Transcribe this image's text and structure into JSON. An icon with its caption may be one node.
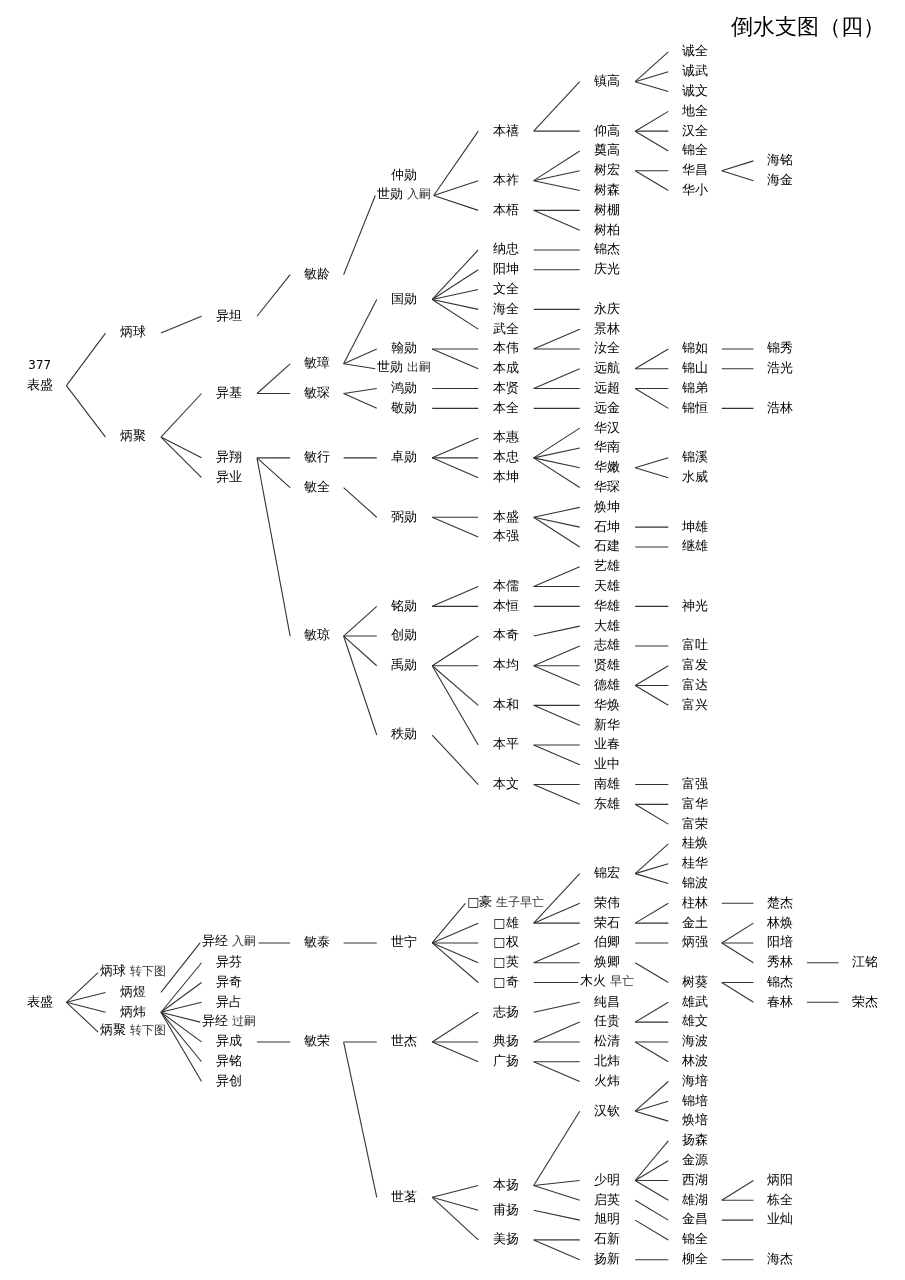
{
  "diagram": {
    "title": "倒水支图（四）",
    "nodes": [
      {
        "text": [
          "表盛"
        ]
      },
      {
        "text": [
          "炳球"
        ],
        "beside": [
          "转下图"
        ]
      },
      {
        "text": [
          "炳煜"
        ]
      },
      {
        "text": [
          "炳炜"
        ]
      },
      {
        "text": [
          "炳聚"
        ],
        "beside": [
          "转下图"
        ]
      },
      {
        "text": [
          "异经"
        ],
        "beside": [
          "入嗣"
        ]
      },
      {
        "text": [
          "敏泰"
        ]
      },
      {
        "text": [
          "世宁"
        ]
      },
      {
        "text": [
          "□豪"
        ],
        "beside": [
          "生子早亡"
        ]
      },
      {
        "text": [
          "□雄"
        ]
      },
      {
        "text": [
          "□权"
        ]
      },
      {
        "text": [
          "□英"
        ]
      },
      {
        "text": [
          "□奇"
        ]
      },
      {
        "text": [
          "锦宏"
        ]
      },
      {
        "text": [
          "荣伟"
        ]
      },
      {
        "text": [
          "荣石"
        ]
      },
      {
        "text": [
          "伯卿"
        ]
      },
      {
        "text": [
          "焕卿"
        ]
      },
      {
        "text": [
          "木火"
        ],
        "beside": [
          "早亡"
        ]
      },
      {
        "text": [
          "桂焕"
        ]
      },
      {
        "text": [
          "桂华"
        ]
      },
      {
        "text": [
          "锦波"
        ]
      },
      {
        "text": [
          "柱林"
        ]
      },
      {
        "text": [
          "金土"
        ]
      },
      {
        "text": [
          "炳强"
        ]
      },
      {
        "text": [
          "树葵"
        ]
      },
      {
        "text": [
          "楚杰"
        ]
      },
      {
        "text": [
          "林焕"
        ]
      },
      {
        "text": [
          "阳培"
        ]
      },
      {
        "text": [
          "秀林"
        ]
      },
      {
        "text": [
          "锦杰"
        ]
      },
      {
        "text": [
          "春林"
        ]
      },
      {
        "text": [
          "江铭"
        ]
      },
      {
        "text": [
          "荣杰"
        ]
      },
      {
        "text": [
          "异芬"
        ]
      },
      {
        "text": [
          "异奇"
        ]
      },
      {
        "text": [
          "异占"
        ]
      },
      {
        "text": [
          "异经"
        ],
        "beside": [
          "过嗣"
        ]
      },
      {
        "text": [
          "异成"
        ]
      },
      {
        "text": [
          "异铭"
        ]
      },
      {
        "text": [
          "异创"
        ]
      },
      {
        "text": [
          "敏荣"
        ]
      },
      {
        "text": [
          "世杰"
        ]
      },
      {
        "text": [
          "世茗"
        ]
      },
      {
        "text": [
          "志扬"
        ]
      },
      {
        "text": [
          "典扬"
        ]
      },
      {
        "text": [
          "广扬"
        ]
      },
      {
        "text": [
          "纯昌"
        ]
      },
      {
        "text": [
          "任贵"
        ]
      },
      {
        "text": [
          "松清"
        ]
      },
      {
        "text": [
          "北炜"
        ]
      },
      {
        "text": [
          "火炜"
        ]
      },
      {
        "text": [
          "雄武"
        ]
      },
      {
        "text": [
          "雄文"
        ]
      },
      {
        "text": [
          "海波"
        ]
      },
      {
        "text": [
          "林波"
        ]
      },
      {
        "text": [
          "本扬"
        ]
      },
      {
        "text": [
          "甫扬"
        ]
      },
      {
        "text": [
          "美扬"
        ]
      },
      {
        "text": [
          "汉钦"
        ]
      },
      {
        "text": [
          "少明"
        ]
      },
      {
        "text": [
          "启英"
        ]
      },
      {
        "text": [
          "旭明"
        ]
      },
      {
        "text": [
          "石新"
        ]
      },
      {
        "text": [
          "扬新"
        ]
      },
      {
        "text": [
          "海培"
        ]
      },
      {
        "text": [
          "锦培"
        ]
      },
      {
        "text": [
          "焕培"
        ]
      },
      {
        "text": [
          "扬森"
        ]
      },
      {
        "text": [
          "金源"
        ]
      },
      {
        "text": [
          "西湖"
        ]
      },
      {
        "text": [
          "雄湖"
        ]
      },
      {
        "text": [
          "金昌"
        ]
      },
      {
        "text": [
          "锦全"
        ]
      },
      {
        "text": [
          "柳全"
        ]
      },
      {
        "text": [
          "炳阳"
        ]
      },
      {
        "text": [
          "栋全"
        ]
      },
      {
        "text": [
          "业灿"
        ]
      },
      {
        "text": [
          "海杰"
        ]
      },
      {
        "text": [
          "表盛"
        ]
      },
      {
        "text": [
          "炳球"
        ]
      },
      {
        "text": [
          "炳聚"
        ]
      },
      {
        "text": [
          "异坦"
        ]
      },
      {
        "text": [
          "敏龄"
        ]
      },
      {
        "text": [
          "世勋"
        ],
        "beside": [
          "入嗣"
        ]
      },
      {
        "text": [
          "异基"
        ]
      },
      {
        "text": [
          "异翔"
        ]
      },
      {
        "text": [
          "异业"
        ]
      },
      {
        "text": [
          "敏璋"
        ]
      },
      {
        "text": [
          "敏琛"
        ]
      },
      {
        "text": [
          "敏行"
        ]
      },
      {
        "text": [
          "敏全"
        ]
      },
      {
        "text": [
          "敏琼"
        ]
      },
      {
        "text": [
          "本禧"
        ]
      },
      {
        "text": [
          "本祚"
        ]
      },
      {
        "text": [
          "本梧"
        ]
      },
      {
        "text": [
          "国勋"
        ]
      },
      {
        "text": [
          "翰勋"
        ]
      },
      {
        "text": [
          "世勋"
        ],
        "beside": [
          "出嗣"
        ]
      },
      {
        "text": [
          "鸿勋"
        ]
      },
      {
        "text": [
          "敬勋"
        ]
      },
      {
        "text": [
          "仲勋"
        ]
      },
      {
        "text": [
          "卓勋"
        ]
      },
      {
        "text": [
          "弼勋"
        ]
      },
      {
        "text": [
          "铭勋"
        ]
      },
      {
        "text": [
          "创勋"
        ]
      },
      {
        "text": [
          "禹勋"
        ]
      },
      {
        "text": [
          "秩勋"
        ]
      },
      {
        "text": [
          "镇高"
        ]
      },
      {
        "text": [
          "仰高"
        ]
      },
      {
        "text": [
          "奠高"
        ]
      },
      {
        "text": [
          "树宏"
        ]
      },
      {
        "text": [
          "树森"
        ]
      },
      {
        "text": [
          "树棚"
        ]
      },
      {
        "text": [
          "树柏"
        ]
      },
      {
        "text": [
          "纳忠"
        ]
      },
      {
        "text": [
          "阳坤"
        ]
      },
      {
        "text": [
          "文全"
        ]
      },
      {
        "text": [
          "海全"
        ]
      },
      {
        "text": [
          "武全"
        ]
      },
      {
        "text": [
          "本伟"
        ]
      },
      {
        "text": [
          "本成"
        ]
      },
      {
        "text": [
          "本贤"
        ]
      },
      {
        "text": [
          "本全"
        ]
      },
      {
        "text": [
          "本惠"
        ]
      },
      {
        "text": [
          "本忠"
        ]
      },
      {
        "text": [
          "本坤"
        ]
      },
      {
        "text": [
          "本盛"
        ]
      },
      {
        "text": [
          "本强"
        ]
      },
      {
        "text": [
          "本儒"
        ]
      },
      {
        "text": [
          "本恒"
        ]
      },
      {
        "text": [
          "本奇"
        ]
      },
      {
        "text": [
          "本均"
        ]
      },
      {
        "text": [
          "本和"
        ]
      },
      {
        "text": [
          "本平"
        ]
      },
      {
        "text": [
          "本文"
        ]
      },
      {
        "text": [
          "诚全"
        ]
      },
      {
        "text": [
          "诚武"
        ]
      },
      {
        "text": [
          "诚文"
        ]
      },
      {
        "text": [
          "地全"
        ]
      },
      {
        "text": [
          "汉全"
        ]
      },
      {
        "text": [
          "锦全"
        ]
      },
      {
        "text": [
          "华昌"
        ]
      },
      {
        "text": [
          "华小"
        ]
      },
      {
        "text": [
          "锦杰"
        ]
      },
      {
        "text": [
          "庆光"
        ]
      },
      {
        "text": [
          "永庆"
        ]
      },
      {
        "text": [
          "景林"
        ]
      },
      {
        "text": [
          "汝全"
        ]
      },
      {
        "text": [
          "远航"
        ]
      },
      {
        "text": [
          "远超"
        ]
      },
      {
        "text": [
          "远金"
        ]
      },
      {
        "text": [
          "华汉"
        ]
      },
      {
        "text": [
          "华南"
        ]
      },
      {
        "text": [
          "华嫩"
        ]
      },
      {
        "text": [
          "华琛"
        ]
      },
      {
        "text": [
          "焕坤"
        ]
      },
      {
        "text": [
          "石坤"
        ]
      },
      {
        "text": [
          "石建"
        ]
      },
      {
        "text": [
          "艺雄"
        ]
      },
      {
        "text": [
          "天雄"
        ]
      },
      {
        "text": [
          "华雄"
        ]
      },
      {
        "text": [
          "大雄"
        ]
      },
      {
        "text": [
          "志雄"
        ]
      },
      {
        "text": [
          "贤雄"
        ]
      },
      {
        "text": [
          "德雄"
        ]
      },
      {
        "text": [
          "华焕"
        ]
      },
      {
        "text": [
          "新华"
        ]
      },
      {
        "text": [
          "业春"
        ]
      },
      {
        "text": [
          "业中"
        ]
      },
      {
        "text": [
          "南雄"
        ]
      },
      {
        "text": [
          "东雄"
        ]
      },
      {
        "text": [
          "海铭"
        ]
      },
      {
        "text": [
          "海金"
        ]
      },
      {
        "text": [
          "锦如"
        ]
      },
      {
        "text": [
          "锦山"
        ]
      },
      {
        "text": [
          "锦弟"
        ]
      },
      {
        "text": [
          "锦恒"
        ]
      },
      {
        "text": [
          "锦溪"
        ]
      },
      {
        "text": [
          "水威"
        ]
      },
      {
        "text": [
          "坤雄"
        ]
      },
      {
        "text": [
          "继雄"
        ]
      },
      {
        "text": [
          "神光"
        ]
      },
      {
        "text": [
          "富吐"
        ]
      },
      {
        "text": [
          "富发"
        ]
      },
      {
        "text": [
          "富达"
        ]
      },
      {
        "text": [
          "富兴"
        ]
      },
      {
        "text": [
          "富强"
        ]
      },
      {
        "text": [
          "富华"
        ]
      },
      {
        "text": [
          "富荣"
        ]
      },
      {
        "text": [
          "锦秀"
        ]
      },
      {
        "text": [
          "浩光"
        ]
      },
      {
        "text": [
          "浩林"
        ]
      }
    ],
    "edges": [
      {
        "from": 0,
        "to": 1,
        "arrow": "none"
      },
      {
        "from": 0,
        "to": 2,
        "arrow": "none"
      },
      {
        "from": 0,
        "to": 3,
        "arrow": "none"
      },
      {
        "from": 0,
        "to": 4,
        "arrow": "none"
      },
      {
        "from": 2,
        "to": 5,
        "arrow": "none"
      },
      {
        "from": 5,
        "to": 6,
        "arrow": "none"
      },
      {
        "from": 6,
        "to": 7,
        "arrow": "none"
      },
      {
        "from": 7,
        "to": 8,
        "arrow": "none"
      },
      {
        "from": 7,
        "to": 9,
        "arrow": "none"
      },
      {
        "from": 7,
        "to": 10,
        "arrow": "none"
      },
      {
        "from": 7,
        "to": 11,
        "arrow": "none"
      },
      {
        "from": 7,
        "to": 12,
        "arrow": "none"
      },
      {
        "from": 9,
        "to": 13,
        "arrow": "none"
      },
      {
        "from": 9,
        "to": 14,
        "arrow": "none"
      },
      {
        "from": 9,
        "to": 15,
        "arrow": "none"
      },
      {
        "from": 11,
        "to": 16,
        "arrow": "none"
      },
      {
        "from": 11,
        "to": 17,
        "arrow": "none"
      },
      {
        "from": 12,
        "to": 18,
        "arrow": "none"
      },
      {
        "from": 13,
        "to": 19,
        "arrow": "none"
      },
      {
        "from": 13,
        "to": 20,
        "arrow": "none"
      },
      {
        "from": 13,
        "to": 21,
        "arrow": "none"
      },
      {
        "from": 15,
        "to": 22,
        "arrow": "none"
      },
      {
        "from": 15,
        "to": 23,
        "arrow": "none"
      },
      {
        "from": 16,
        "to": 24,
        "arrow": "none"
      },
      {
        "from": 17,
        "to": 25,
        "arrow": "none"
      },
      {
        "from": 22,
        "to": 26,
        "arrow": "none"
      },
      {
        "from": 24,
        "to": 27,
        "arrow": "none"
      },
      {
        "from": 24,
        "to": 28,
        "arrow": "none"
      },
      {
        "from": 24,
        "to": 29,
        "arrow": "none"
      },
      {
        "from": 25,
        "to": 30,
        "arrow": "none"
      },
      {
        "from": 25,
        "to": 31,
        "arrow": "none"
      },
      {
        "from": 29,
        "to": 32,
        "arrow": "none"
      },
      {
        "from": 31,
        "to": 33,
        "arrow": "none"
      },
      {
        "from": 3,
        "to": 34,
        "arrow": "none"
      },
      {
        "from": 3,
        "to": 35,
        "arrow": "none"
      },
      {
        "from": 3,
        "to": 36,
        "arrow": "none"
      },
      {
        "from": 3,
        "to": 37,
        "arrow": "none"
      },
      {
        "from": 3,
        "to": 38,
        "arrow": "none"
      },
      {
        "from": 3,
        "to": 39,
        "arrow": "none"
      },
      {
        "from": 3,
        "to": 40,
        "arrow": "none"
      },
      {
        "from": 38,
        "to": 41,
        "arrow": "none"
      },
      {
        "from": 41,
        "to": 42,
        "arrow": "none"
      },
      {
        "from": 41,
        "to": 43,
        "arrow": "none"
      },
      {
        "from": 42,
        "to": 44,
        "arrow": "none"
      },
      {
        "from": 42,
        "to": 45,
        "arrow": "none"
      },
      {
        "from": 42,
        "to": 46,
        "arrow": "none"
      },
      {
        "from": 44,
        "to": 47,
        "arrow": "none"
      },
      {
        "from": 45,
        "to": 48,
        "arrow": "none"
      },
      {
        "from": 45,
        "to": 49,
        "arrow": "none"
      },
      {
        "from": 46,
        "to": 50,
        "arrow": "none"
      },
      {
        "from": 46,
        "to": 51,
        "arrow": "none"
      },
      {
        "from": 48,
        "to": 52,
        "arrow": "none"
      },
      {
        "from": 48,
        "to": 53,
        "arrow": "none"
      },
      {
        "from": 49,
        "to": 54,
        "arrow": "none"
      },
      {
        "from": 49,
        "to": 55,
        "arrow": "none"
      },
      {
        "from": 43,
        "to": 56,
        "arrow": "none"
      },
      {
        "from": 43,
        "to": 57,
        "arrow": "none"
      },
      {
        "from": 43,
        "to": 58,
        "arrow": "none"
      },
      {
        "from": 56,
        "to": 59,
        "arrow": "none"
      },
      {
        "from": 56,
        "to": 60,
        "arrow": "none"
      },
      {
        "from": 56,
        "to": 61,
        "arrow": "none"
      },
      {
        "from": 57,
        "to": 62,
        "arrow": "none"
      },
      {
        "from": 58,
        "to": 63,
        "arrow": "none"
      },
      {
        "from": 58,
        "to": 64,
        "arrow": "none"
      },
      {
        "from": 59,
        "to": 65,
        "arrow": "none"
      },
      {
        "from": 59,
        "to": 66,
        "arrow": "none"
      },
      {
        "from": 59,
        "to": 67,
        "arrow": "none"
      },
      {
        "from": 60,
        "to": 68,
        "arrow": "none"
      },
      {
        "from": 60,
        "to": 69,
        "arrow": "none"
      },
      {
        "from": 60,
        "to": 70,
        "arrow": "none"
      },
      {
        "from": 60,
        "to": 71,
        "arrow": "none"
      },
      {
        "from": 61,
        "to": 72,
        "arrow": "none"
      },
      {
        "from": 62,
        "to": 73,
        "arrow": "none"
      },
      {
        "from": 64,
        "to": 74,
        "arrow": "none"
      },
      {
        "from": 71,
        "to": 75,
        "arrow": "none"
      },
      {
        "from": 71,
        "to": 76,
        "arrow": "none"
      },
      {
        "from": 72,
        "to": 77,
        "arrow": "none"
      },
      {
        "from": 74,
        "to": 78,
        "arrow": "none"
      },
      {
        "from": 79,
        "to": 80,
        "arrow": "none"
      },
      {
        "from": 79,
        "to": 81,
        "arrow": "none"
      },
      {
        "from": 80,
        "to": 82,
        "arrow": "none"
      },
      {
        "from": 82,
        "to": 83,
        "arrow": "none"
      },
      {
        "from": 83,
        "to": 84,
        "arrow": "none"
      },
      {
        "from": 81,
        "to": 85,
        "arrow": "none"
      },
      {
        "from": 81,
        "to": 86,
        "arrow": "none"
      },
      {
        "from": 81,
        "to": 87,
        "arrow": "none"
      },
      {
        "from": 85,
        "to": 88,
        "arrow": "none"
      },
      {
        "from": 85,
        "to": 89,
        "arrow": "none"
      },
      {
        "from": 86,
        "to": 90,
        "arrow": "none"
      },
      {
        "from": 86,
        "to": 91,
        "arrow": "none"
      },
      {
        "from": 86,
        "to": 92,
        "arrow": "none"
      },
      {
        "from": 84,
        "to": 93,
        "arrow": "none"
      },
      {
        "from": 84,
        "to": 94,
        "arrow": "none"
      },
      {
        "from": 84,
        "to": 95,
        "arrow": "none"
      },
      {
        "from": 88,
        "to": 96,
        "arrow": "none"
      },
      {
        "from": 88,
        "to": 97,
        "arrow": "none"
      },
      {
        "from": 88,
        "to": 98,
        "arrow": "none"
      },
      {
        "from": 89,
        "to": 99,
        "arrow": "none"
      },
      {
        "from": 89,
        "to": 100,
        "arrow": "none"
      },
      {
        "from": 90,
        "to": 102,
        "arrow": "none"
      },
      {
        "from": 91,
        "to": 103,
        "arrow": "none"
      },
      {
        "from": 92,
        "to": 104,
        "arrow": "none"
      },
      {
        "from": 92,
        "to": 105,
        "arrow": "none"
      },
      {
        "from": 92,
        "to": 106,
        "arrow": "none"
      },
      {
        "from": 92,
        "to": 107,
        "arrow": "none"
      },
      {
        "from": 93,
        "to": 108,
        "arrow": "none"
      },
      {
        "from": 93,
        "to": 109,
        "arrow": "none"
      },
      {
        "from": 94,
        "to": 110,
        "arrow": "none"
      },
      {
        "from": 94,
        "to": 111,
        "arrow": "none"
      },
      {
        "from": 94,
        "to": 112,
        "arrow": "none"
      },
      {
        "from": 95,
        "to": 113,
        "arrow": "none"
      },
      {
        "from": 95,
        "to": 114,
        "arrow": "none"
      },
      {
        "from": 96,
        "to": 115,
        "arrow": "none"
      },
      {
        "from": 96,
        "to": 116,
        "arrow": "none"
      },
      {
        "from": 96,
        "to": 117,
        "arrow": "none"
      },
      {
        "from": 96,
        "to": 118,
        "arrow": "none"
      },
      {
        "from": 96,
        "to": 119,
        "arrow": "none"
      },
      {
        "from": 97,
        "to": 120,
        "arrow": "none"
      },
      {
        "from": 97,
        "to": 121,
        "arrow": "none"
      },
      {
        "from": 99,
        "to": 122,
        "arrow": "none"
      },
      {
        "from": 100,
        "to": 123,
        "arrow": "none"
      },
      {
        "from": 102,
        "to": 124,
        "arrow": "none"
      },
      {
        "from": 102,
        "to": 125,
        "arrow": "none"
      },
      {
        "from": 102,
        "to": 126,
        "arrow": "none"
      },
      {
        "from": 103,
        "to": 127,
        "arrow": "none"
      },
      {
        "from": 103,
        "to": 128,
        "arrow": "none"
      },
      {
        "from": 104,
        "to": 129,
        "arrow": "none"
      },
      {
        "from": 104,
        "to": 130,
        "arrow": "none"
      },
      {
        "from": 106,
        "to": 131,
        "arrow": "none"
      },
      {
        "from": 106,
        "to": 132,
        "arrow": "none"
      },
      {
        "from": 106,
        "to": 133,
        "arrow": "none"
      },
      {
        "from": 106,
        "to": 134,
        "arrow": "none"
      },
      {
        "from": 107,
        "to": 135,
        "arrow": "none"
      },
      {
        "from": 108,
        "to": 136,
        "arrow": "none"
      },
      {
        "from": 108,
        "to": 137,
        "arrow": "none"
      },
      {
        "from": 108,
        "to": 138,
        "arrow": "none"
      },
      {
        "from": 109,
        "to": 139,
        "arrow": "none"
      },
      {
        "from": 109,
        "to": 140,
        "arrow": "none"
      },
      {
        "from": 109,
        "to": 141,
        "arrow": "none"
      },
      {
        "from": 111,
        "to": 142,
        "arrow": "none"
      },
      {
        "from": 111,
        "to": 143,
        "arrow": "none"
      },
      {
        "from": 115,
        "to": 144,
        "arrow": "none"
      },
      {
        "from": 116,
        "to": 145,
        "arrow": "none"
      },
      {
        "from": 118,
        "to": 146,
        "arrow": "none"
      },
      {
        "from": 120,
        "to": 147,
        "arrow": "none"
      },
      {
        "from": 120,
        "to": 148,
        "arrow": "none"
      },
      {
        "from": 122,
        "to": 149,
        "arrow": "none"
      },
      {
        "from": 122,
        "to": 150,
        "arrow": "none"
      },
      {
        "from": 123,
        "to": 151,
        "arrow": "none"
      },
      {
        "from": 125,
        "to": 152,
        "arrow": "none"
      },
      {
        "from": 125,
        "to": 153,
        "arrow": "none"
      },
      {
        "from": 125,
        "to": 154,
        "arrow": "none"
      },
      {
        "from": 125,
        "to": 155,
        "arrow": "none"
      },
      {
        "from": 127,
        "to": 156,
        "arrow": "none"
      },
      {
        "from": 127,
        "to": 157,
        "arrow": "none"
      },
      {
        "from": 127,
        "to": 158,
        "arrow": "none"
      },
      {
        "from": 129,
        "to": 159,
        "arrow": "none"
      },
      {
        "from": 129,
        "to": 160,
        "arrow": "none"
      },
      {
        "from": 130,
        "to": 161,
        "arrow": "none"
      },
      {
        "from": 131,
        "to": 162,
        "arrow": "none"
      },
      {
        "from": 132,
        "to": 163,
        "arrow": "none"
      },
      {
        "from": 132,
        "to": 164,
        "arrow": "none"
      },
      {
        "from": 132,
        "to": 165,
        "arrow": "none"
      },
      {
        "from": 133,
        "to": 166,
        "arrow": "none"
      },
      {
        "from": 133,
        "to": 167,
        "arrow": "none"
      },
      {
        "from": 134,
        "to": 168,
        "arrow": "none"
      },
      {
        "from": 134,
        "to": 169,
        "arrow": "none"
      },
      {
        "from": 135,
        "to": 170,
        "arrow": "none"
      },
      {
        "from": 135,
        "to": 171,
        "arrow": "none"
      },
      {
        "from": 142,
        "to": 172,
        "arrow": "none"
      },
      {
        "from": 142,
        "to": 173,
        "arrow": "none"
      },
      {
        "from": 149,
        "to": 174,
        "arrow": "none"
      },
      {
        "from": 149,
        "to": 175,
        "arrow": "none"
      },
      {
        "from": 150,
        "to": 176,
        "arrow": "none"
      },
      {
        "from": 150,
        "to": 177,
        "arrow": "none"
      },
      {
        "from": 154,
        "to": 178,
        "arrow": "none"
      },
      {
        "from": 154,
        "to": 179,
        "arrow": "none"
      },
      {
        "from": 157,
        "to": 180,
        "arrow": "none"
      },
      {
        "from": 158,
        "to": 181,
        "arrow": "none"
      },
      {
        "from": 161,
        "to": 182,
        "arrow": "none"
      },
      {
        "from": 163,
        "to": 183,
        "arrow": "none"
      },
      {
        "from": 165,
        "to": 184,
        "arrow": "none"
      },
      {
        "from": 165,
        "to": 185,
        "arrow": "none"
      },
      {
        "from": 165,
        "to": 186,
        "arrow": "none"
      },
      {
        "from": 170,
        "to": 187,
        "arrow": "none"
      },
      {
        "from": 171,
        "to": 188,
        "arrow": "none"
      },
      {
        "from": 171,
        "to": 189,
        "arrow": "none"
      },
      {
        "from": 174,
        "to": 190,
        "arrow": "none"
      },
      {
        "from": 175,
        "to": 191,
        "arrow": "none"
      },
      {
        "from": 177,
        "to": 192,
        "arrow": "none"
      }
    ],
    "labels": [
      "377"
    ]
  }
}
